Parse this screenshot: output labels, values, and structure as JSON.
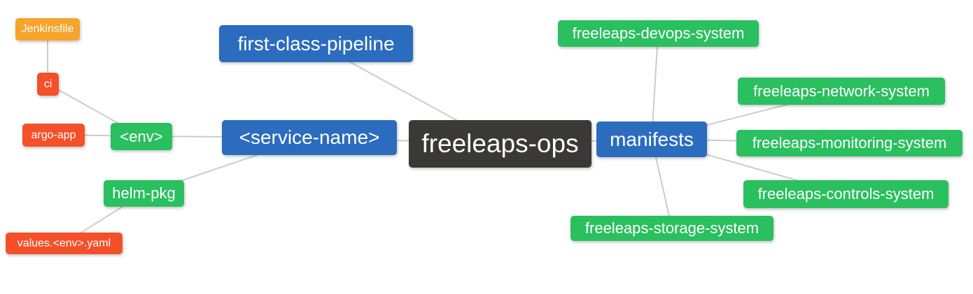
{
  "diagram": {
    "type": "mindmap",
    "root_label": "freeleaps-ops",
    "background_color": "#ffffff",
    "edge_color": "#cccccc",
    "palette": {
      "blue": "#2b6cbf",
      "green": "#2abf5f",
      "red": "#f4502a",
      "orange": "#f6a42c",
      "dark": "#3b3937",
      "text": "#ffffff"
    },
    "nodes": [
      {
        "id": "jenkinsfile",
        "label": "Jenkinsfile",
        "color": "orange"
      },
      {
        "id": "ci",
        "label": "ci",
        "color": "red"
      },
      {
        "id": "argo-app",
        "label": "argo-app",
        "color": "red"
      },
      {
        "id": "env",
        "label": "<env>",
        "color": "green"
      },
      {
        "id": "first-class-pipeline",
        "label": "first-class-pipeline",
        "color": "blue"
      },
      {
        "id": "service-name",
        "label": "<service-name>",
        "color": "blue"
      },
      {
        "id": "freeleaps-ops",
        "label": "freeleaps-ops",
        "color": "dark"
      },
      {
        "id": "manifests",
        "label": "manifests",
        "color": "blue"
      },
      {
        "id": "freeleaps-devops-system",
        "label": "freeleaps-devops-system",
        "color": "green"
      },
      {
        "id": "freeleaps-network-system",
        "label": "freeleaps-network-system",
        "color": "green"
      },
      {
        "id": "freeleaps-monitoring-system",
        "label": "freeleaps-monitoring-system",
        "color": "green"
      },
      {
        "id": "freeleaps-controls-system",
        "label": "freeleaps-controls-system",
        "color": "green"
      },
      {
        "id": "freeleaps-storage-system",
        "label": "freeleaps-storage-system",
        "color": "green"
      },
      {
        "id": "helm-pkg",
        "label": "helm-pkg",
        "color": "green"
      },
      {
        "id": "values-env-yaml",
        "label": "values.<env>.yaml",
        "color": "red"
      }
    ],
    "edges": [
      [
        "jenkinsfile",
        "ci"
      ],
      [
        "ci",
        "env"
      ],
      [
        "argo-app",
        "env"
      ],
      [
        "env",
        "service-name"
      ],
      [
        "helm-pkg",
        "service-name"
      ],
      [
        "values-env-yaml",
        "helm-pkg"
      ],
      [
        "service-name",
        "freeleaps-ops"
      ],
      [
        "first-class-pipeline",
        "freeleaps-ops"
      ],
      [
        "freeleaps-ops",
        "manifests"
      ],
      [
        "manifests",
        "freeleaps-devops-system"
      ],
      [
        "manifests",
        "freeleaps-network-system"
      ],
      [
        "manifests",
        "freeleaps-monitoring-system"
      ],
      [
        "manifests",
        "freeleaps-controls-system"
      ],
      [
        "manifests",
        "freeleaps-storage-system"
      ]
    ]
  }
}
